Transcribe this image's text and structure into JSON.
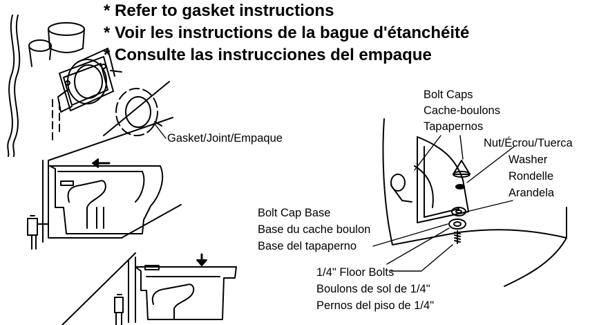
{
  "notes": [
    "* Refer to gasket instructions",
    "* Voir les instructions de la bague d'étanchéité",
    "* Consulte las instrucciones del empaque"
  ],
  "labels": {
    "gasket": "Gasket/Joint/Empaque",
    "bolt_caps": [
      "Bolt Caps",
      "Cache-boulons",
      "Tapapernos"
    ],
    "nut": "Nut/Écrou/Tuerca",
    "washer": [
      "Washer",
      "Rondelle",
      "Arandela"
    ],
    "bolt_cap_base": [
      "Bolt Cap Base",
      "Base du cache boulon",
      "Base del tapaperno"
    ],
    "floor_bolts": [
      "1/4\" Floor Bolts",
      "Boulons de sol de 1/4\"",
      "Pernos del piso de 1/4\""
    ]
  }
}
